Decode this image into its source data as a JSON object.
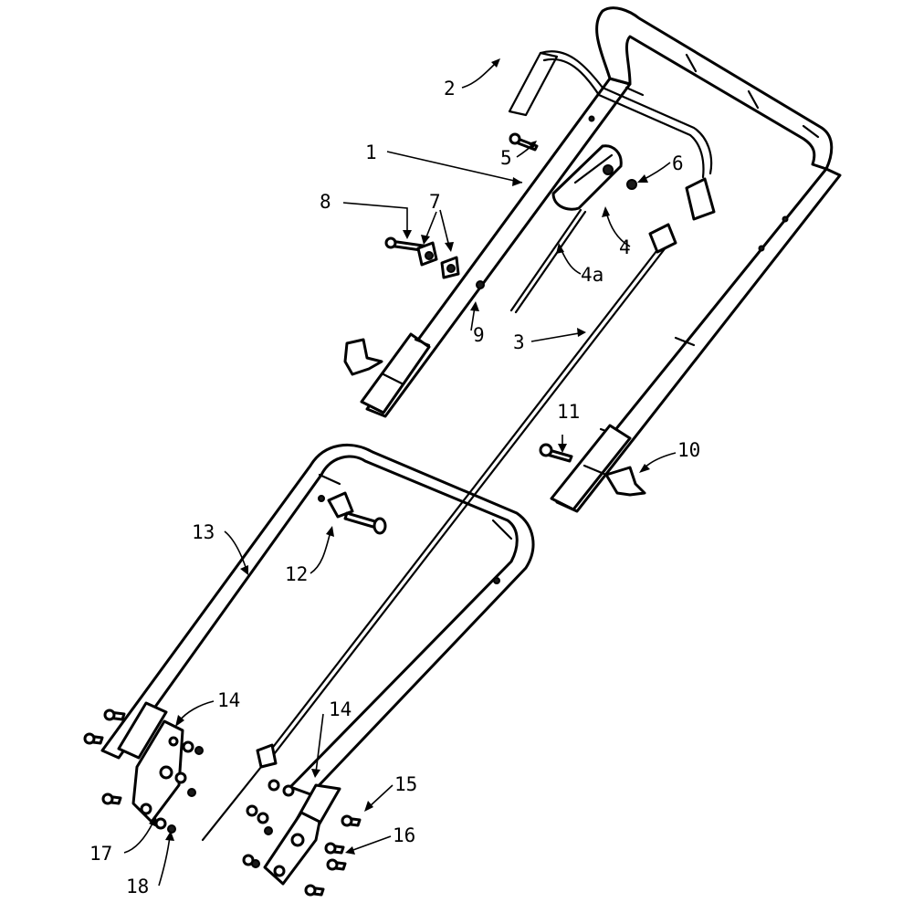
{
  "callouts": {
    "c1": "1",
    "c2": "2",
    "c3": "3",
    "c4": "4",
    "c4a": "4a",
    "c5": "5",
    "c6": "6",
    "c7": "7",
    "c8": "8",
    "c9": "9",
    "c10": "10",
    "c11": "11",
    "c12": "12",
    "c13": "13",
    "c14_left": "14",
    "c14_right": "14",
    "c15": "15",
    "c16": "16",
    "c17": "17",
    "c18": "18"
  }
}
